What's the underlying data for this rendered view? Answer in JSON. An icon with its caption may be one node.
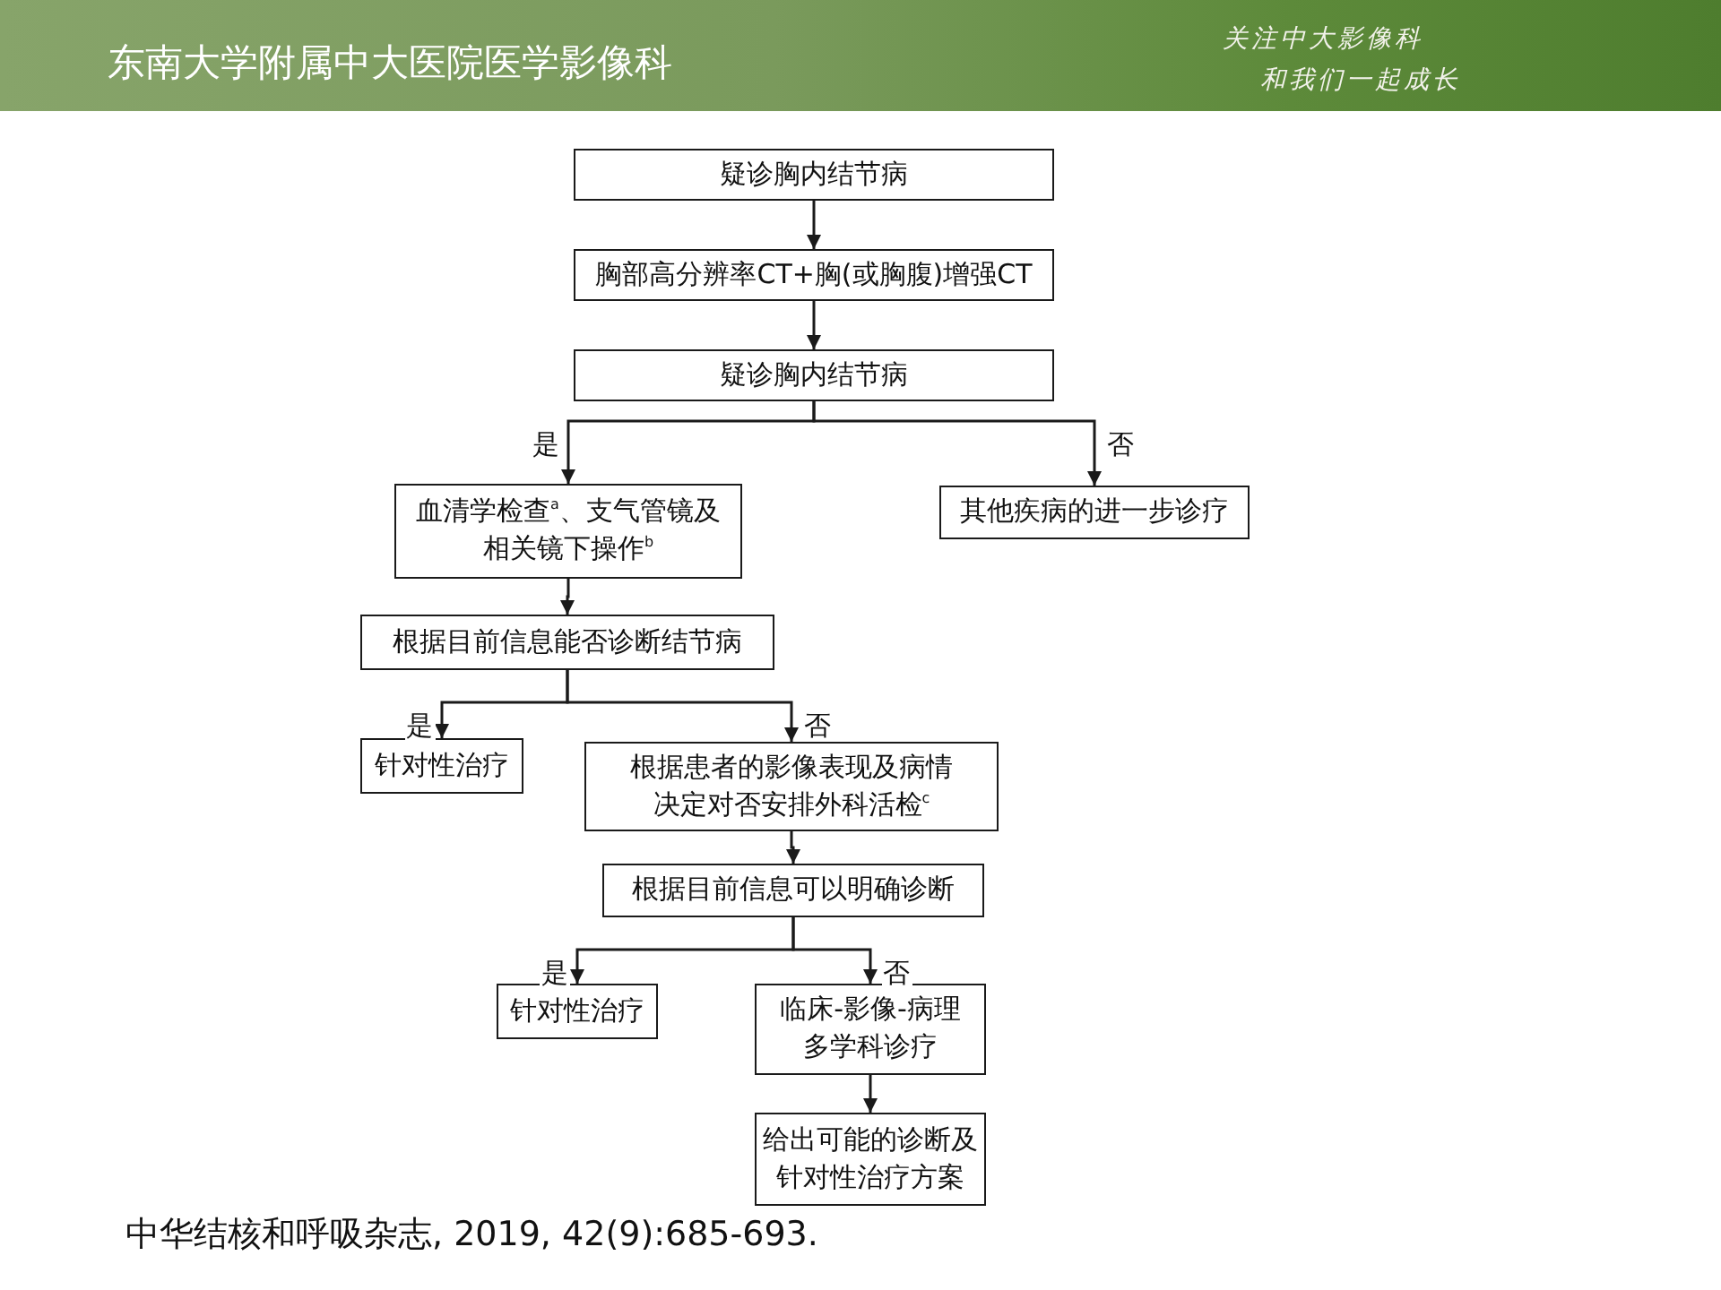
{
  "diagram": {
    "title": "东南大学附属中大医院医学影像科",
    "caption": "中华结核和呼吸杂志, 2019, 42(9):685-693.",
    "nodes": [
      {
        "text": [
          "疑诊胸内结节病"
        ]
      },
      {
        "text": [
          "胸部高分辨率CT+胸(或胸腹)增强CT"
        ]
      },
      {
        "text": [
          "疑诊胸内结节病"
        ]
      },
      {
        "text": [
          "血清学检查$^{a}$、支气管镜及相关镜下操作$^{b}$"
        ]
      },
      {
        "text": [
          "其他疾病的进一步诊疗"
        ]
      },
      {
        "text": [
          "根据目前信息能否诊断结节病"
        ]
      },
      {
        "text": [
          "针对性治疗"
        ]
      },
      {
        "text": [
          "根据患者的影像表现及病情决定对否安排外科活检$^{c}$"
        ]
      },
      {
        "text": [
          "根据目前信息可以明确诊断"
        ]
      },
      {
        "text": [
          "针对性治疗"
        ]
      },
      {
        "text": [
          "临床-影像-病理多学科诊疗"
        ]
      },
      {
        "text": [
          "给出可能的诊断及针对性治疗方案"
        ]
      }
    ],
    "edges": [
      {
        "from": 0,
        "to": 1,
        "arrow": "to"
      },
      {
        "from": 1,
        "to": 2,
        "arrow": "to"
      },
      {
        "from": 2,
        "to": 3,
        "arrow": "to",
        "label": "是"
      },
      {
        "from": 2,
        "to": 4,
        "arrow": "to",
        "label": "否"
      },
      {
        "from": 3,
        "to": 5,
        "arrow": "to"
      },
      {
        "from": 5,
        "to": 6,
        "arrow": "to",
        "label": "是"
      },
      {
        "from": 5,
        "to": 7,
        "arrow": "to",
        "label": "否"
      },
      {
        "from": 7,
        "to": 8,
        "arrow": "to"
      },
      {
        "from": 8,
        "to": 9,
        "arrow": "to",
        "label": "是"
      },
      {
        "from": 8,
        "to": 10,
        "arrow": "to",
        "label": "否"
      },
      {
        "from": 10,
        "to": 11,
        "arrow": "to"
      }
    ],
    "labels": [
      "关注中大影像科",
      "和我们一起成长"
    ]
  }
}
